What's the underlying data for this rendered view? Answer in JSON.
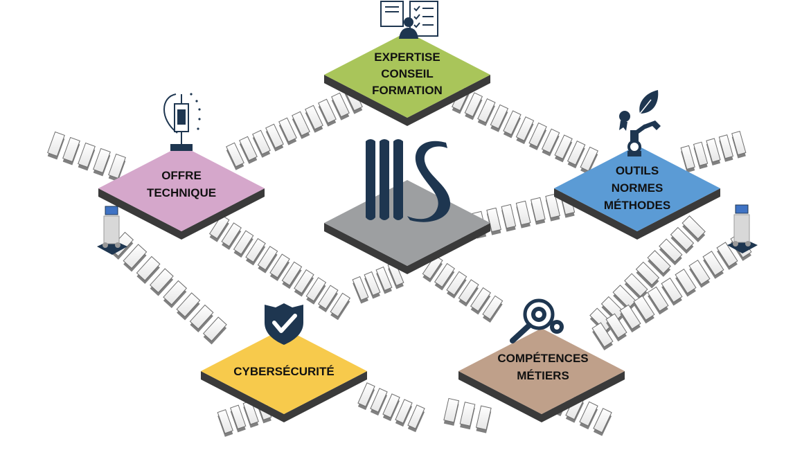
{
  "diagram": {
    "logo_text": "MS",
    "nodes": [
      {
        "id": "expertise",
        "lines": [
          "EXPERTISE",
          "CONSEIL",
          "FORMATION"
        ],
        "color": "#a9c55a",
        "icon": "checklist-person-icon"
      },
      {
        "id": "offre",
        "lines": [
          "OFFRE",
          "TECHNIQUE"
        ],
        "color": "#d5a7cb",
        "icon": "circuit-probe-icon"
      },
      {
        "id": "outils",
        "lines": [
          "OUTILS",
          "NORMES",
          "MÉTHODES"
        ],
        "color": "#5b9bd5",
        "icon": "robot-arm-leaf-icon"
      },
      {
        "id": "cyber",
        "lines": [
          "CYBERSÉCURITÉ"
        ],
        "color": "#f7ca4c",
        "icon": "shield-check-icon"
      },
      {
        "id": "competences",
        "lines": [
          "COMPÉTENCES",
          "MÉTIERS"
        ],
        "color": "#bfa08a",
        "icon": "gears-magnifier-icon"
      }
    ],
    "center": {
      "color": "#9d9fa1",
      "icon": "ms-logo-icon"
    },
    "colors": {
      "icon": "#1e3650",
      "slab_shadow": "#3a3a3a",
      "step_fill": "#ffffff",
      "step_side": "#808080"
    }
  }
}
